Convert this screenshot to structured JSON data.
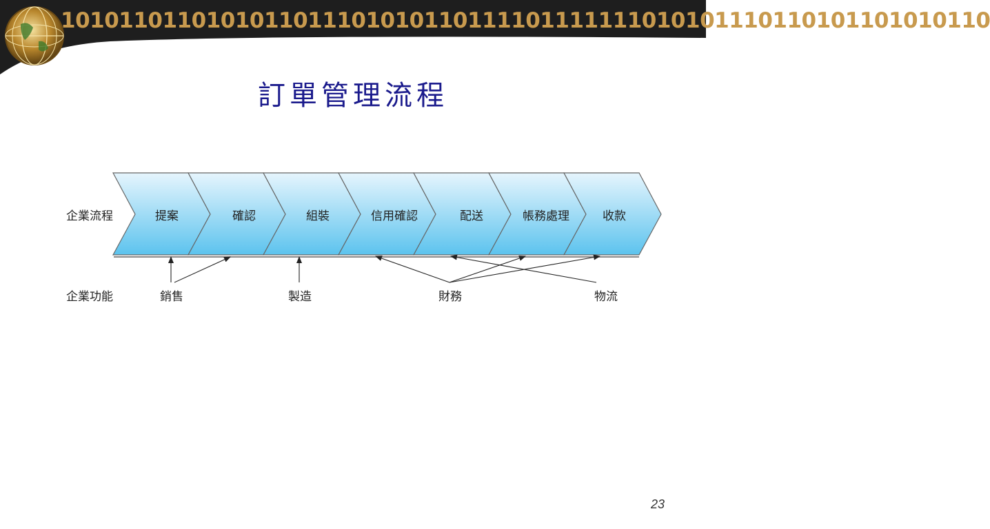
{
  "banner": {
    "binary_text": "1010110110101011011101010110111101111111010101110110101101010110"
  },
  "title": "訂單管理流程",
  "diagram": {
    "process_row_label": "企業流程",
    "function_row_label": "企業功能",
    "steps": [
      "提案",
      "確認",
      "組裝",
      "信用確認",
      "配送",
      "帳務處理",
      "收款"
    ],
    "functions": [
      "銷售",
      "製造",
      "財務",
      "物流"
    ]
  },
  "page_number": "23",
  "colors": {
    "title": "#1a1a8c",
    "chevron_top": "#e6f5fd",
    "chevron_bottom": "#5cc3ee",
    "banner_gold": "#c89a4e"
  }
}
